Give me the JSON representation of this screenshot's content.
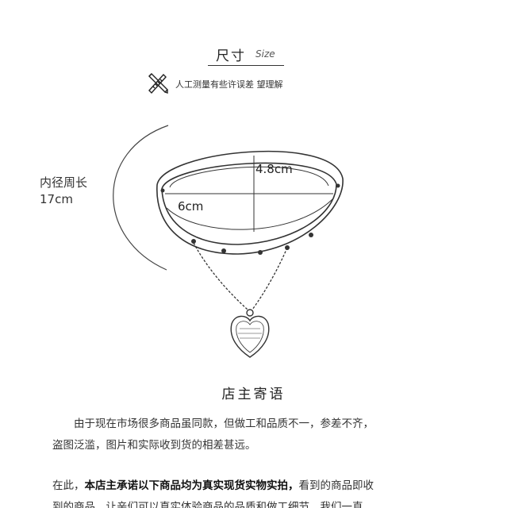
{
  "header": {
    "title_zh": "尺寸",
    "title_en": "Size",
    "note": "人工测量有些许误差  望理解"
  },
  "icons": {
    "note_icon": "pencil-ruler-icon"
  },
  "dimensions": {
    "circumference_label": "内径周长",
    "circumference_value": "17cm",
    "height": "4.8cm",
    "width": "6cm"
  },
  "message": {
    "title": "店主寄语",
    "paragraph1_line1": "由于现在市场很多商品虽同款，但做工和品质不一，参差不齐，",
    "paragraph1_line2": "盗图泛滥，图片和实际收到货的相差甚远。",
    "paragraph2_prefix": "在此，",
    "paragraph2_bold": "本店主承诺以下商品均为真实现货实物实拍，",
    "paragraph2_suffix": "看到的商品即收",
    "paragraph2_line2": "到的商品，让亲们可以真实体验商品的品质和做工细节，我们一直"
  }
}
